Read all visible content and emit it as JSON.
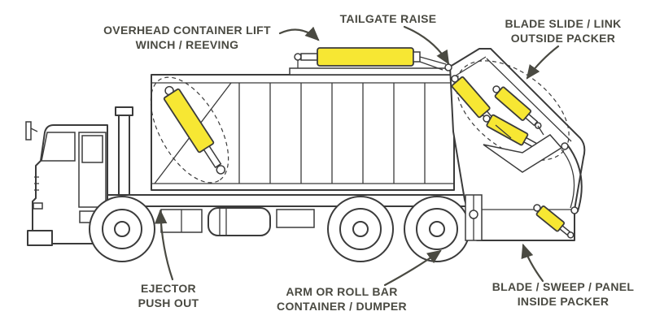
{
  "diagram": {
    "labels": {
      "overhead_container_lift": {
        "lines": [
          "OVERHEAD CONTAINER LIFT",
          "WINCH / REEVING"
        ]
      },
      "tailgate_raise": {
        "lines": [
          "TAILGATE RAISE"
        ]
      },
      "blade_slide_outside_packer": {
        "lines": [
          "BLADE SLIDE / LINK",
          "OUTSIDE PACKER"
        ]
      },
      "ejector_push_out": {
        "lines": [
          "EJECTOR",
          "PUSH OUT"
        ]
      },
      "arm_roll_bar": {
        "lines": [
          "ARM OR ROLL BAR",
          "CONTAINER / DUMPER"
        ]
      },
      "blade_sweep_inside_packer": {
        "lines": [
          "BLADE / SWEEP / PANEL",
          "INSIDE PACKER"
        ]
      }
    },
    "colors": {
      "cylinder_highlight": "#F7E733",
      "outline": "#3b3b3b",
      "label_text": "#4a4a42",
      "background": "#ffffff"
    }
  }
}
